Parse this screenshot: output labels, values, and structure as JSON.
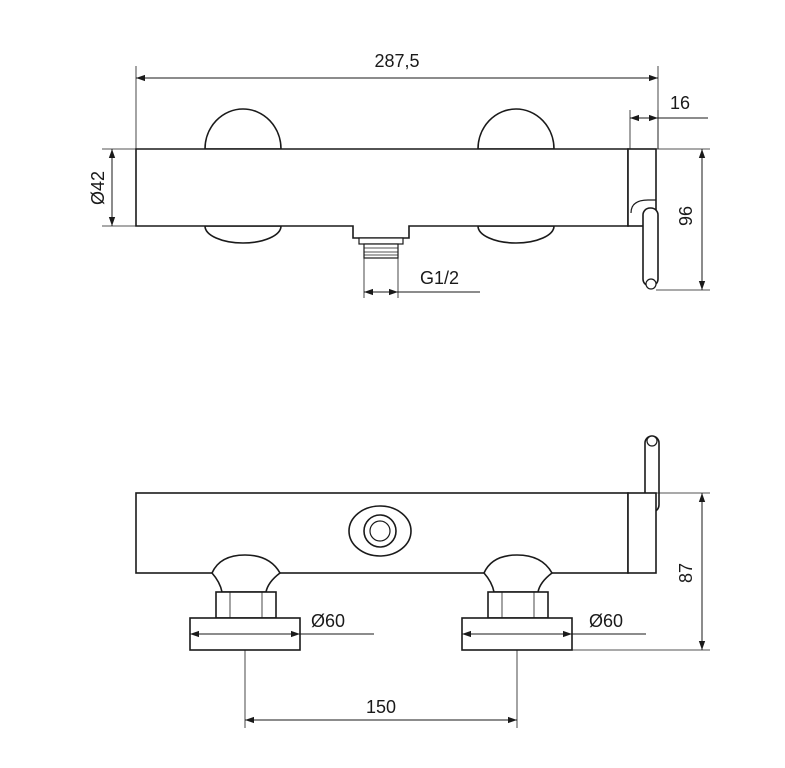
{
  "dimensions": {
    "overall_length": "287,5",
    "body_diameter": "Ø42",
    "thread": "G1/2",
    "wall_depth": "16",
    "handle_height": "96",
    "rosette_diameter_left": "Ø60",
    "rosette_diameter_right": "Ø60",
    "center_distance": "150",
    "side_height": "87"
  },
  "colors": {
    "line": "#1a1a1a",
    "background": "#ffffff"
  }
}
